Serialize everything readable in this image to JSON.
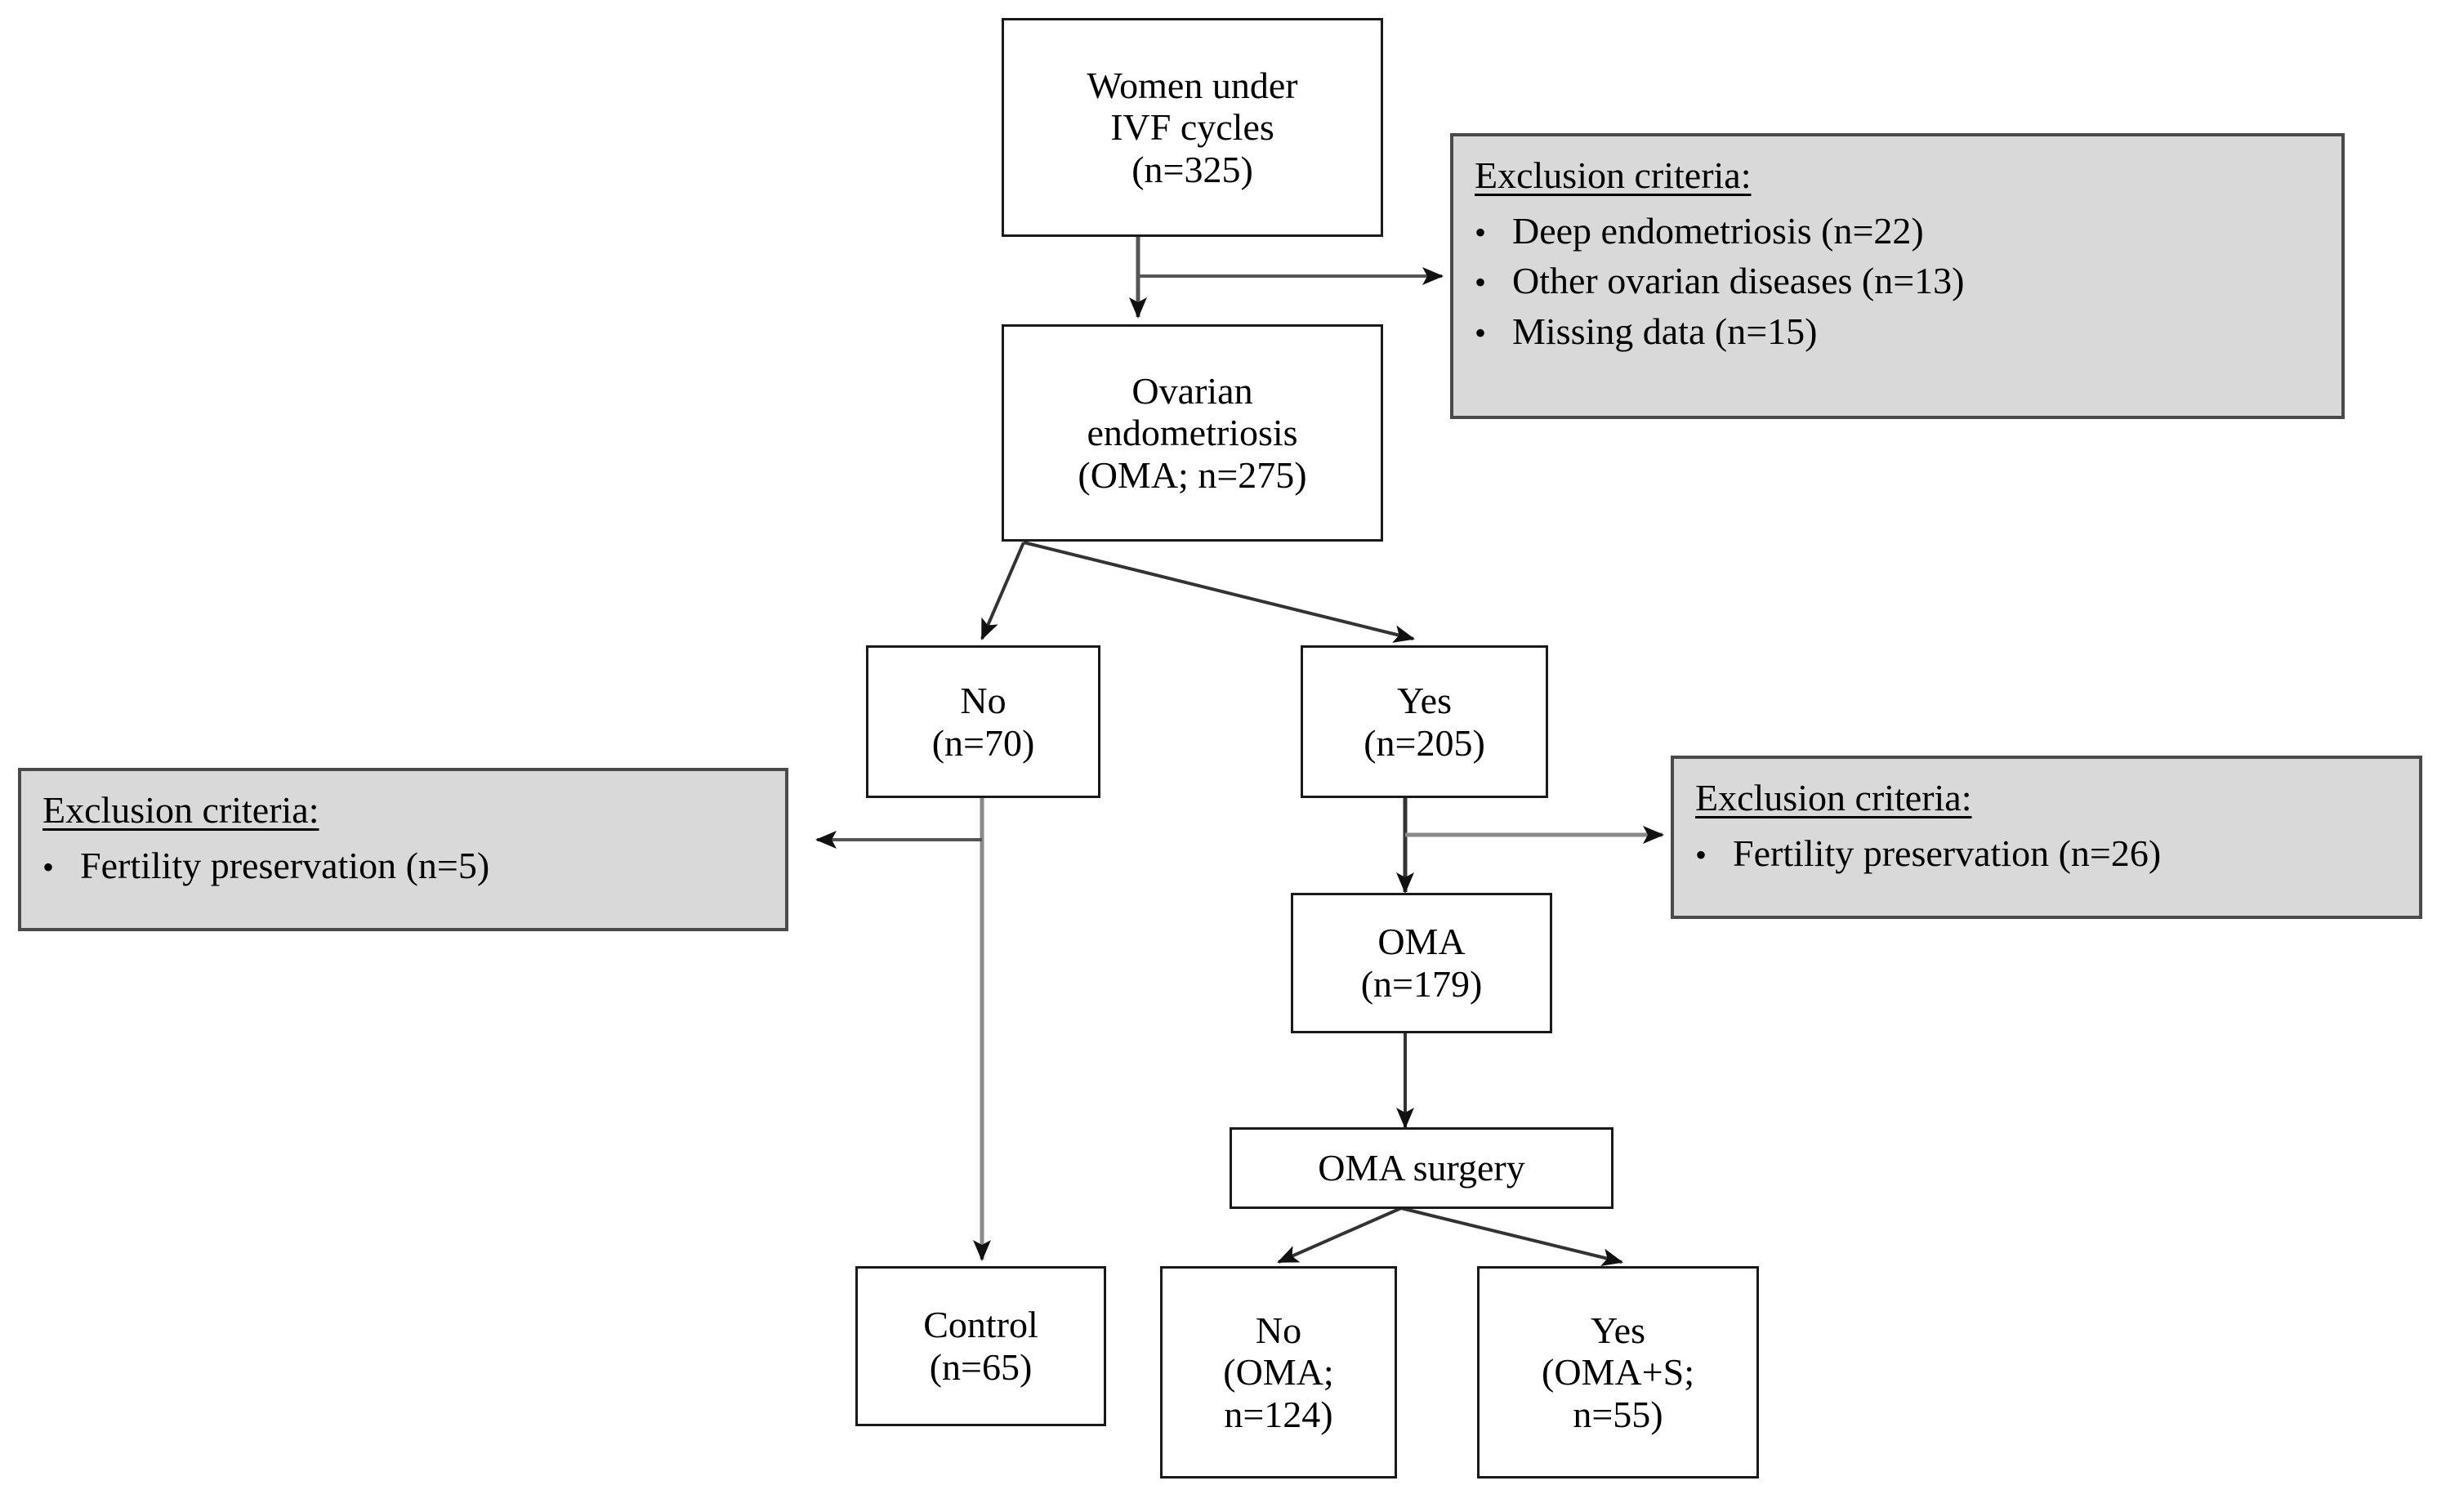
{
  "figure": {
    "type": "flowchart",
    "title": "Study population flow diagram (IVF cycles / ovarian endometriosis)",
    "colors": {
      "node_fill": "#ffffff",
      "node_border": "#1a1a1a",
      "exclusion_fill": "#d9d9d9",
      "exclusion_border": "#4a4a4a",
      "edge": "#555555",
      "text": "#000000"
    }
  },
  "nodes": {
    "women_ivf": {
      "lines": [
        "Women under",
        "IVF cycles",
        "(n=325)"
      ],
      "count": 325
    },
    "ovarian_endometriosis": {
      "lines": [
        "Ovarian",
        "endometriosis",
        "(OMA; n=275)"
      ],
      "count": 275
    },
    "no_branch": {
      "lines": [
        "No",
        "(n=70)"
      ],
      "count": 70
    },
    "yes_branch": {
      "lines": [
        "Yes",
        "(n=205)"
      ],
      "count": 205
    },
    "oma": {
      "lines": [
        "OMA",
        "(n=179)"
      ],
      "count": 179
    },
    "oma_surgery": {
      "lines": [
        "OMA surgery"
      ]
    },
    "control": {
      "lines": [
        "Control",
        "(n=65)"
      ],
      "count": 65
    },
    "surgery_no": {
      "lines": [
        "No",
        "(OMA;",
        "n=124)"
      ],
      "count": 124
    },
    "surgery_yes": {
      "lines": [
        "Yes",
        "(OMA+S;",
        "n=55)"
      ],
      "count": 55
    }
  },
  "exclusions": {
    "top": {
      "title": "Exclusion criteria:",
      "bullet": "•",
      "items": [
        "Deep endometriosis (n=22)",
        "Other ovarian diseases (n=13)",
        "Missing data (n=15)"
      ]
    },
    "left": {
      "title": "Exclusion criteria:",
      "bullet": "•",
      "items": [
        "Fertility preservation (n=5)"
      ]
    },
    "right": {
      "title": "Exclusion criteria:",
      "bullet": "•",
      "items": [
        "Fertility preservation (n=26)"
      ]
    }
  }
}
